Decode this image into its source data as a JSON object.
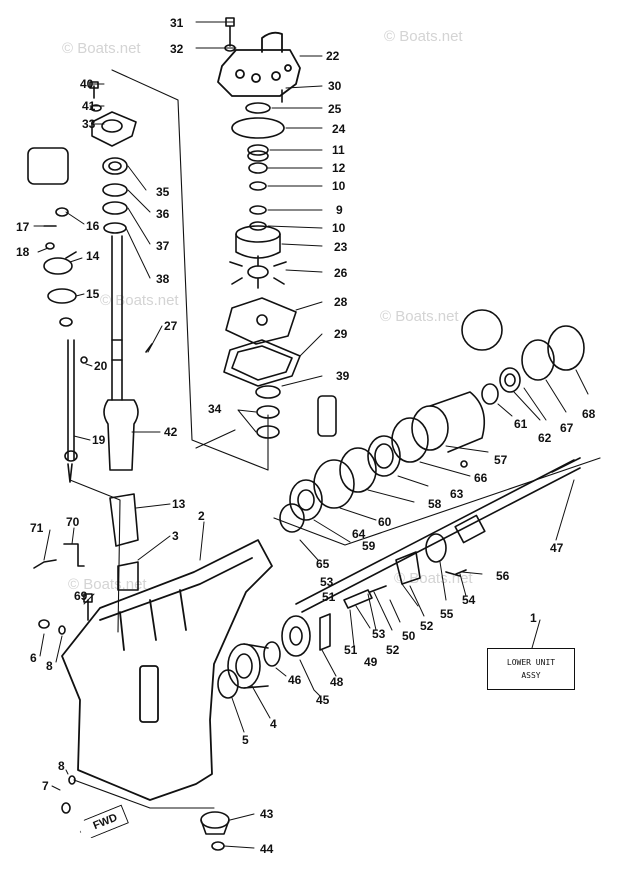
{
  "watermarks": [
    "© Boats.net",
    "© Boats.net",
    "© Boats.net",
    "© Boats.net",
    "© Boats.net",
    "© Boats.net"
  ],
  "assembly_box": {
    "line1": "LOWER UNIT",
    "line2": "ASSY"
  },
  "fwd_label": "FWD",
  "part_numbers": [
    "1",
    "2",
    "3",
    "4",
    "5",
    "6",
    "7",
    "8",
    "8",
    "9",
    "10",
    "10",
    "11",
    "12",
    "13",
    "14",
    "15",
    "16",
    "17",
    "18",
    "19",
    "20",
    "22",
    "23",
    "24",
    "25",
    "26",
    "27",
    "28",
    "29",
    "30",
    "31",
    "32",
    "33",
    "34",
    "35",
    "36",
    "37",
    "38",
    "39",
    "40",
    "41",
    "42",
    "43",
    "44",
    "45",
    "46",
    "47",
    "48",
    "49",
    "50",
    "51",
    "51",
    "52",
    "52",
    "53",
    "53",
    "54",
    "55",
    "56",
    "57",
    "58",
    "59",
    "60",
    "61",
    "62",
    "63",
    "64",
    "65",
    "66",
    "67",
    "68",
    "69",
    "70",
    "71"
  ]
}
